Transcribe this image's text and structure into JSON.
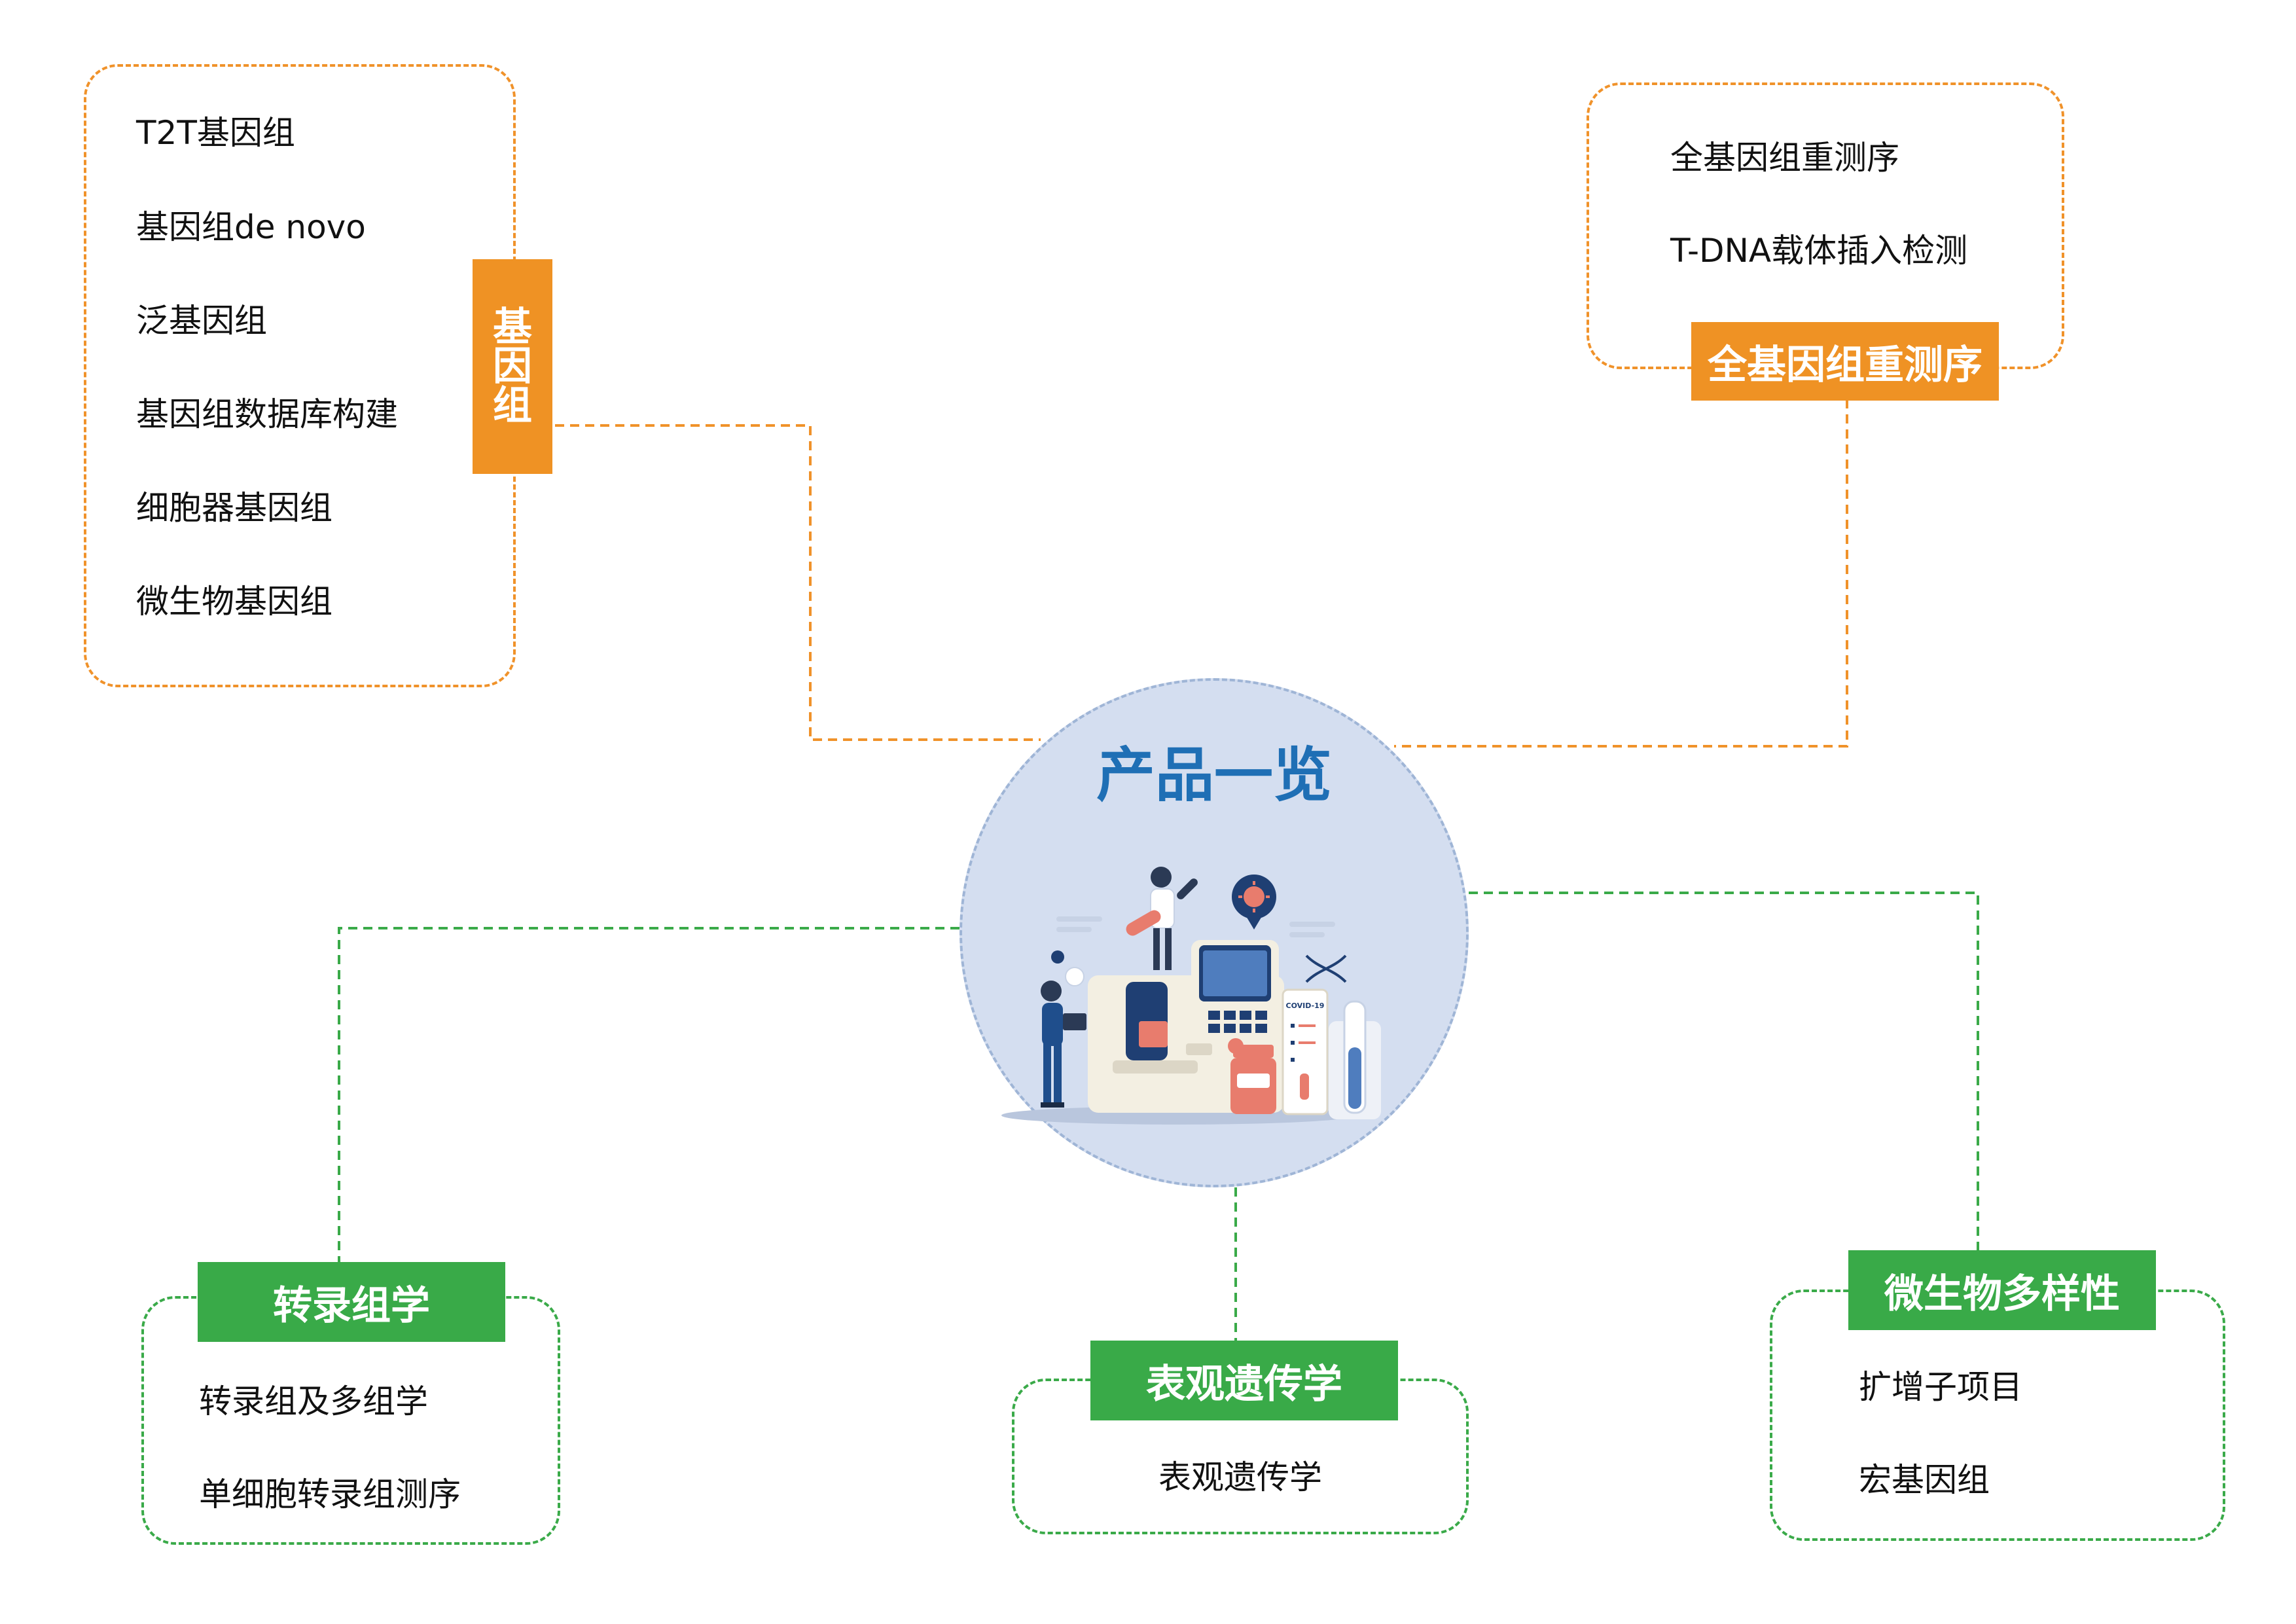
{
  "center": {
    "title": "产品一览"
  },
  "genome": {
    "label": [
      "基",
      "因",
      "组"
    ],
    "items": [
      "T2T基因组",
      "基因组de novo",
      "泛基因组",
      "基因组数据库构建",
      "细胞器基因组",
      "微生物基因组"
    ]
  },
  "wgs": {
    "label": "全基因组重测序",
    "items": [
      "全基因组重测序",
      "T-DNA载体插入检测"
    ]
  },
  "transcriptome": {
    "label": "转录组学",
    "items": [
      "转录组及多组学",
      "单细胞转录组测序"
    ]
  },
  "epigenetics": {
    "label": "表观遗传学",
    "items": [
      "表观遗传学"
    ]
  },
  "microbial": {
    "label": "微生物多样性",
    "items": [
      "扩增子项目",
      "宏基因组"
    ]
  },
  "illustration": {
    "kit_label": "COVID-19",
    "icons": [
      "scientist-icon",
      "virus-icon",
      "dna-icon",
      "analyzer-machine-icon",
      "test-tube-icon"
    ]
  },
  "colors": {
    "orange": "#EF9224",
    "green": "#39AA48",
    "hub_fill": "#D4DEF0",
    "hub_title": "#1F6FB5"
  }
}
